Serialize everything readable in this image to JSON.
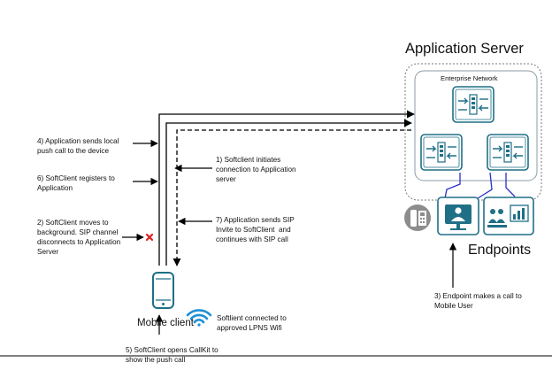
{
  "app_server": {
    "title": "Application Server",
    "network_label": "Enterprise Network"
  },
  "endpoints": {
    "title": "Endpoints",
    "icons": [
      "desk-phone-icon",
      "desktop-user-icon",
      "presentation-group-icon"
    ]
  },
  "mobile": {
    "label": "Mobile client",
    "wifi_label": "Softlient connected to\napproved LPNS Wifi",
    "icons": [
      "smartphone-icon",
      "wifi-icon",
      "disconnect-x-icon"
    ]
  },
  "steps": {
    "step1": "1) Softclient initiates\nconnection to Application\nserver",
    "step2": "2) SoftClient moves to\nbackground. SIP channel\ndisconnects to Application\nServer",
    "step3": "3) Endpoint makes a call to\nMobile User",
    "step4": "4) Application sends local\npush call to the device",
    "step5": "5) SoftClient opens CallKit to\nshow the push call",
    "step6": "6) SoftClient registers to\nApplication",
    "step7": "7) Application sends SIP\nInvite to SoftClient  and\ncontinues with SIP call"
  },
  "colors": {
    "teal": "#1f6f86",
    "wifi": "#1e90d6",
    "disconnect": "#e0201e",
    "border": "#666666",
    "phone_grey": "#8d8d8d"
  }
}
